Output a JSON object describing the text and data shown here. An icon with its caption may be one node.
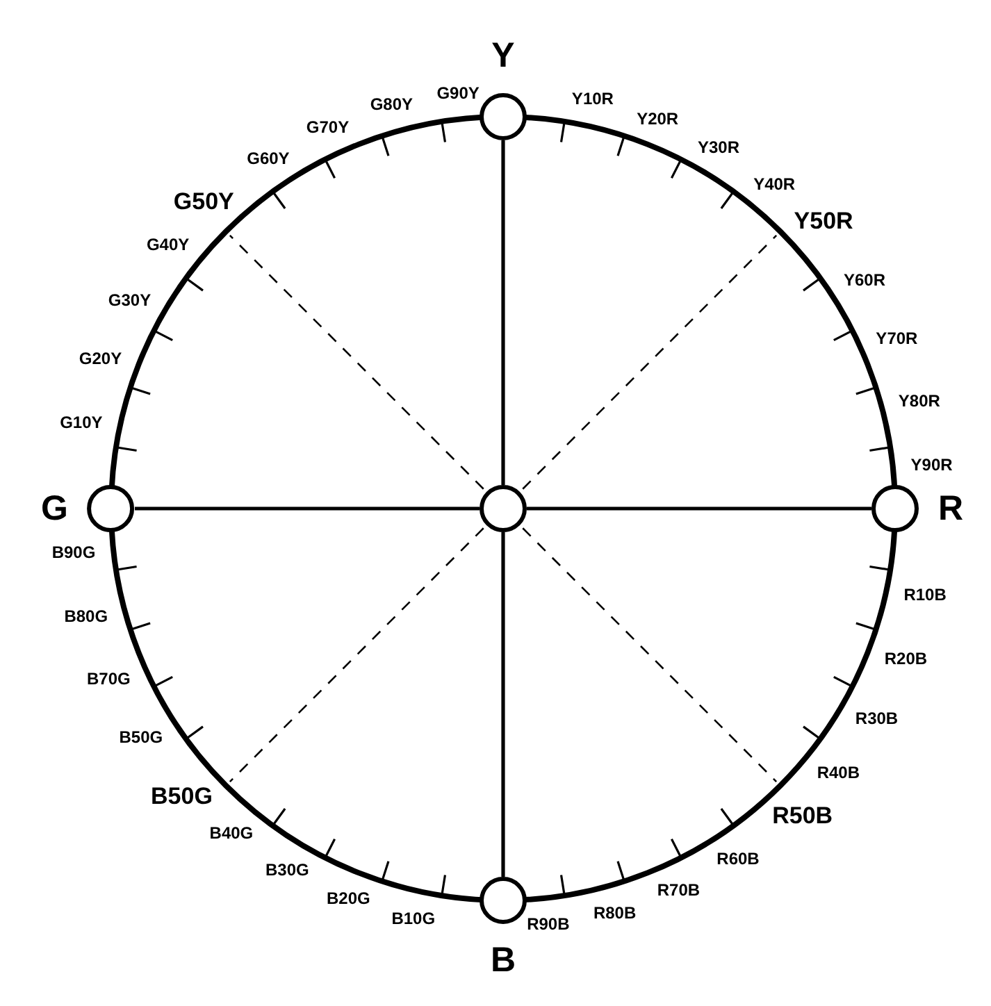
{
  "diagram": {
    "nodes": [
      {
        "text": [
          "Y"
        ]
      },
      {
        "text": [
          "G"
        ]
      },
      {
        "text": [],
        "shape": "circle"
      },
      {
        "text": [
          "R"
        ]
      },
      {
        "text": [
          "B"
        ]
      }
    ],
    "edges": [
      {
        "from": 2,
        "to": 0,
        "arrow": "none"
      },
      {
        "from": 2,
        "to": 1,
        "arrow": "none"
      },
      {
        "from": 2,
        "to": 3,
        "arrow": "none"
      },
      {
        "from": 2,
        "to": 4,
        "arrow": "none"
      },
      {
        "from": 2,
        "to": null,
        "arrow": "none",
        "style": "dashed"
      },
      {
        "from": 2,
        "to": null,
        "arrow": "none",
        "style": "dashed"
      },
      {
        "from": 2,
        "to": null,
        "arrow": "none",
        "style": "dashed"
      },
      {
        "from": 2,
        "to": null,
        "arrow": "none",
        "style": "dashed"
      }
    ],
    "labels": [
      "Y10R",
      "Y20R",
      "Y30R",
      "Y40R",
      "Y50R",
      "Y60R",
      "Y70R",
      "Y80R",
      "Y90R",
      "R10B",
      "R20B",
      "R30B",
      "R40B",
      "R50B",
      "R60B",
      "R70B",
      "R80B",
      "R90B",
      "B10G",
      "B20G",
      "B30G",
      "B40G",
      "B50G",
      "B50G",
      "B70G",
      "B80G",
      "B90G",
      "G10Y",
      "G20Y",
      "G30Y",
      "G40Y",
      "G50Y",
      "G60Y",
      "G70Y",
      "G80Y",
      "G90Y"
    ]
  }
}
